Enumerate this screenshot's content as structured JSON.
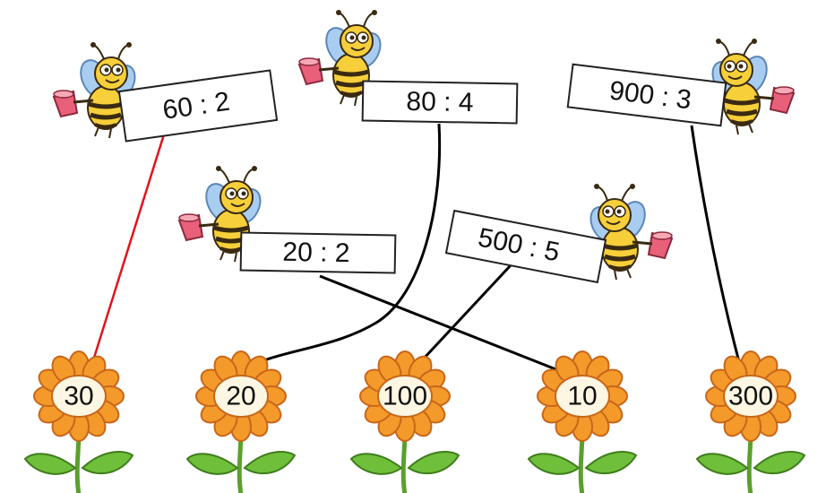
{
  "expressions": [
    {
      "id": "e1",
      "text": "60 : 2"
    },
    {
      "id": "e2",
      "text": "80 : 4"
    },
    {
      "id": "e3",
      "text": "900 : 3"
    },
    {
      "id": "e4",
      "text": "20 : 2"
    },
    {
      "id": "e5",
      "text": "500 : 5"
    }
  ],
  "answers": [
    {
      "id": "f1",
      "text": "30"
    },
    {
      "id": "f2",
      "text": "20"
    },
    {
      "id": "f3",
      "text": "100"
    },
    {
      "id": "f4",
      "text": "10"
    },
    {
      "id": "f5",
      "text": "300"
    }
  ],
  "connections": [
    {
      "from": "e1",
      "to": "f1",
      "color": "#e3121b"
    },
    {
      "from": "e2",
      "to": "f2",
      "color": "#000000"
    },
    {
      "from": "e4",
      "to": "f4",
      "color": "#000000"
    },
    {
      "from": "e5",
      "to": "f3",
      "color": "#000000"
    },
    {
      "from": "e3",
      "to": "f5",
      "color": "#000000"
    }
  ],
  "colors": {
    "petal": "#f39a2b",
    "petal_stroke": "#c8661a",
    "center": "#fdf6e3",
    "leaf": "#6fbf3a",
    "bee_body": "#f6cf3a",
    "bee_stripe": "#3a2a12",
    "wing": "#a9cdf0",
    "bucket": "#e8607a"
  }
}
